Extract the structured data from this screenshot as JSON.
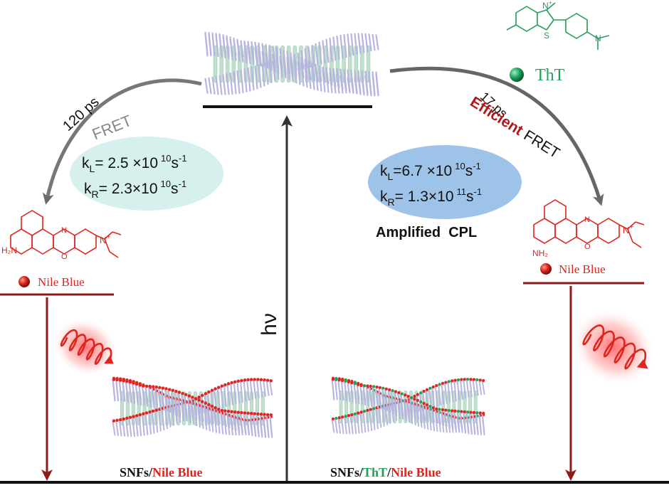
{
  "colors": {
    "red": "#e0241e",
    "dark_red": "#b01818",
    "level_red": "#8e1c1c",
    "green": "#22a05a",
    "gray": "#777777",
    "black": "#111111",
    "cyan_bubble": "#d6f0ee",
    "blue_bubble": "#9ec3e8",
    "fiber_green": "#bfe0cc",
    "fiber_purple": "#b8b4e0"
  },
  "left": {
    "time": "120 ps",
    "process": "FRET",
    "rates": {
      "kL": {
        "k": "k",
        "sub": "L",
        "value": "= 2.5 ×10",
        "exp": "10",
        "unit": "s",
        "unit_exp": "-1"
      },
      "kR": {
        "k": "k",
        "sub": "R",
        "value": "= 2.3×10",
        "exp": "10",
        "unit": "s",
        "unit_exp": "-1"
      }
    },
    "acceptor": {
      "name": "Nile Blue",
      "nh2": "H₂N",
      "n_ring": "N",
      "o_ring": "O",
      "n_plus": "N",
      "plus": "+"
    }
  },
  "right": {
    "time": "17 ps",
    "efficient": "Efficient",
    "process": "FRET",
    "rates": {
      "kL": {
        "k": "k",
        "sub": "L",
        "value": "=6.7 ×10",
        "exp": "10",
        "unit": "s",
        "unit_exp": "-1"
      },
      "kR": {
        "k": "k",
        "sub": "R",
        "value": "= 1.3×10",
        "exp": "11",
        "unit": "s",
        "unit_exp": "-1"
      }
    },
    "amplified": "Amplified  CPL",
    "acceptor": {
      "name": "Nile Blue",
      "nh2": "NH₂",
      "n_ring": "N",
      "o_ring": "O",
      "n_plus": "N",
      "plus": "+"
    }
  },
  "tht": {
    "name": "ThT",
    "n_plus": "N",
    "plus": "+",
    "s": "S",
    "n": "N"
  },
  "excitation": "hν",
  "bottom": {
    "left_label": {
      "snfs": "SNFs",
      "slash": "/",
      "dye": "Nile Blue"
    },
    "right_label": {
      "snfs": "SNFs",
      "slash1": "/",
      "tht": "ThT",
      "slash2": "/",
      "dye": "Nile Blue"
    }
  }
}
